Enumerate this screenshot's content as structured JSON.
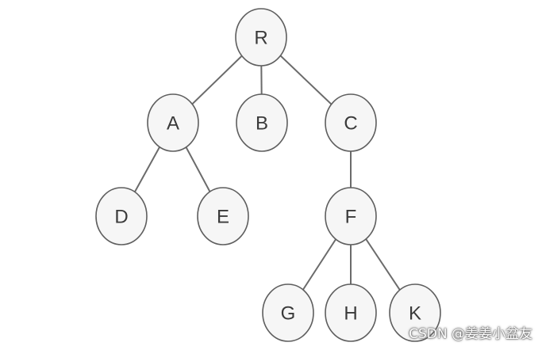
{
  "nodes": [
    {
      "id": "R",
      "label": "R"
    },
    {
      "id": "A",
      "label": "A"
    },
    {
      "id": "B",
      "label": "B"
    },
    {
      "id": "C",
      "label": "C"
    },
    {
      "id": "D",
      "label": "D"
    },
    {
      "id": "E",
      "label": "E"
    },
    {
      "id": "F",
      "label": "F"
    },
    {
      "id": "G",
      "label": "G"
    },
    {
      "id": "H",
      "label": "H"
    },
    {
      "id": "K",
      "label": "K"
    }
  ],
  "edges": [
    [
      "R",
      "A"
    ],
    [
      "R",
      "B"
    ],
    [
      "R",
      "C"
    ],
    [
      "A",
      "D"
    ],
    [
      "A",
      "E"
    ],
    [
      "C",
      "F"
    ],
    [
      "F",
      "G"
    ],
    [
      "F",
      "H"
    ],
    [
      "F",
      "K"
    ]
  ],
  "watermark": "CSDN @姜姜小盆友",
  "colors": {
    "node_fill": "#f6f6f6",
    "node_stroke": "#5e5e5e",
    "edge": "#6b6b6b",
    "label": "#3a3a3a"
  }
}
